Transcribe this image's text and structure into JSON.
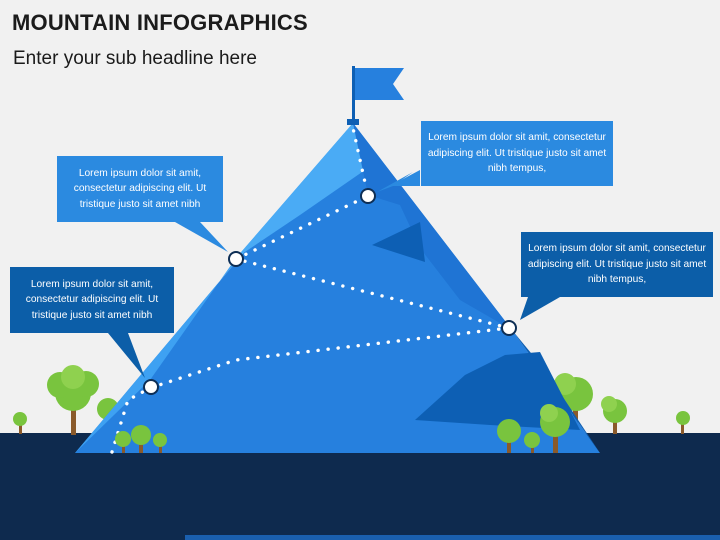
{
  "title": "MOUNTAIN INFOGRAPHICS",
  "subtitle": "Enter your sub headline here",
  "callouts": [
    {
      "text": "Lorem ipsum dolor sit amit, consectetur adipiscing elit. Ut tristique justo sit amet nibh"
    },
    {
      "text": "Lorem ipsum dolor sit amit, consectetur adipiscing elit. Ut tristique justo sit amet nibh"
    },
    {
      "text": "Lorem ipsum dolor sit amit, consectetur adipiscing elit. Ut tristique justo sit amet nibh tempus,"
    },
    {
      "text": "Lorem ipsum dolor sit amit, consectetur adipiscing elit. Ut tristique justo sit amet nibh tempus,"
    }
  ],
  "colors": {
    "background": "#f1f1f1",
    "ground": "#0e2a4e",
    "mountain_light": "#3ea1f2",
    "mountain_mid": "#2680de",
    "mountain_dark": "#0d5fb4",
    "callout_dark": "#0c5ea8",
    "callout_light": "#2b8ae0",
    "tree_leaf": "#79c43e",
    "tree_trunk": "#8a5a2b"
  },
  "icons": [
    "flag-icon",
    "tree-icon",
    "milestone-marker-icon"
  ]
}
